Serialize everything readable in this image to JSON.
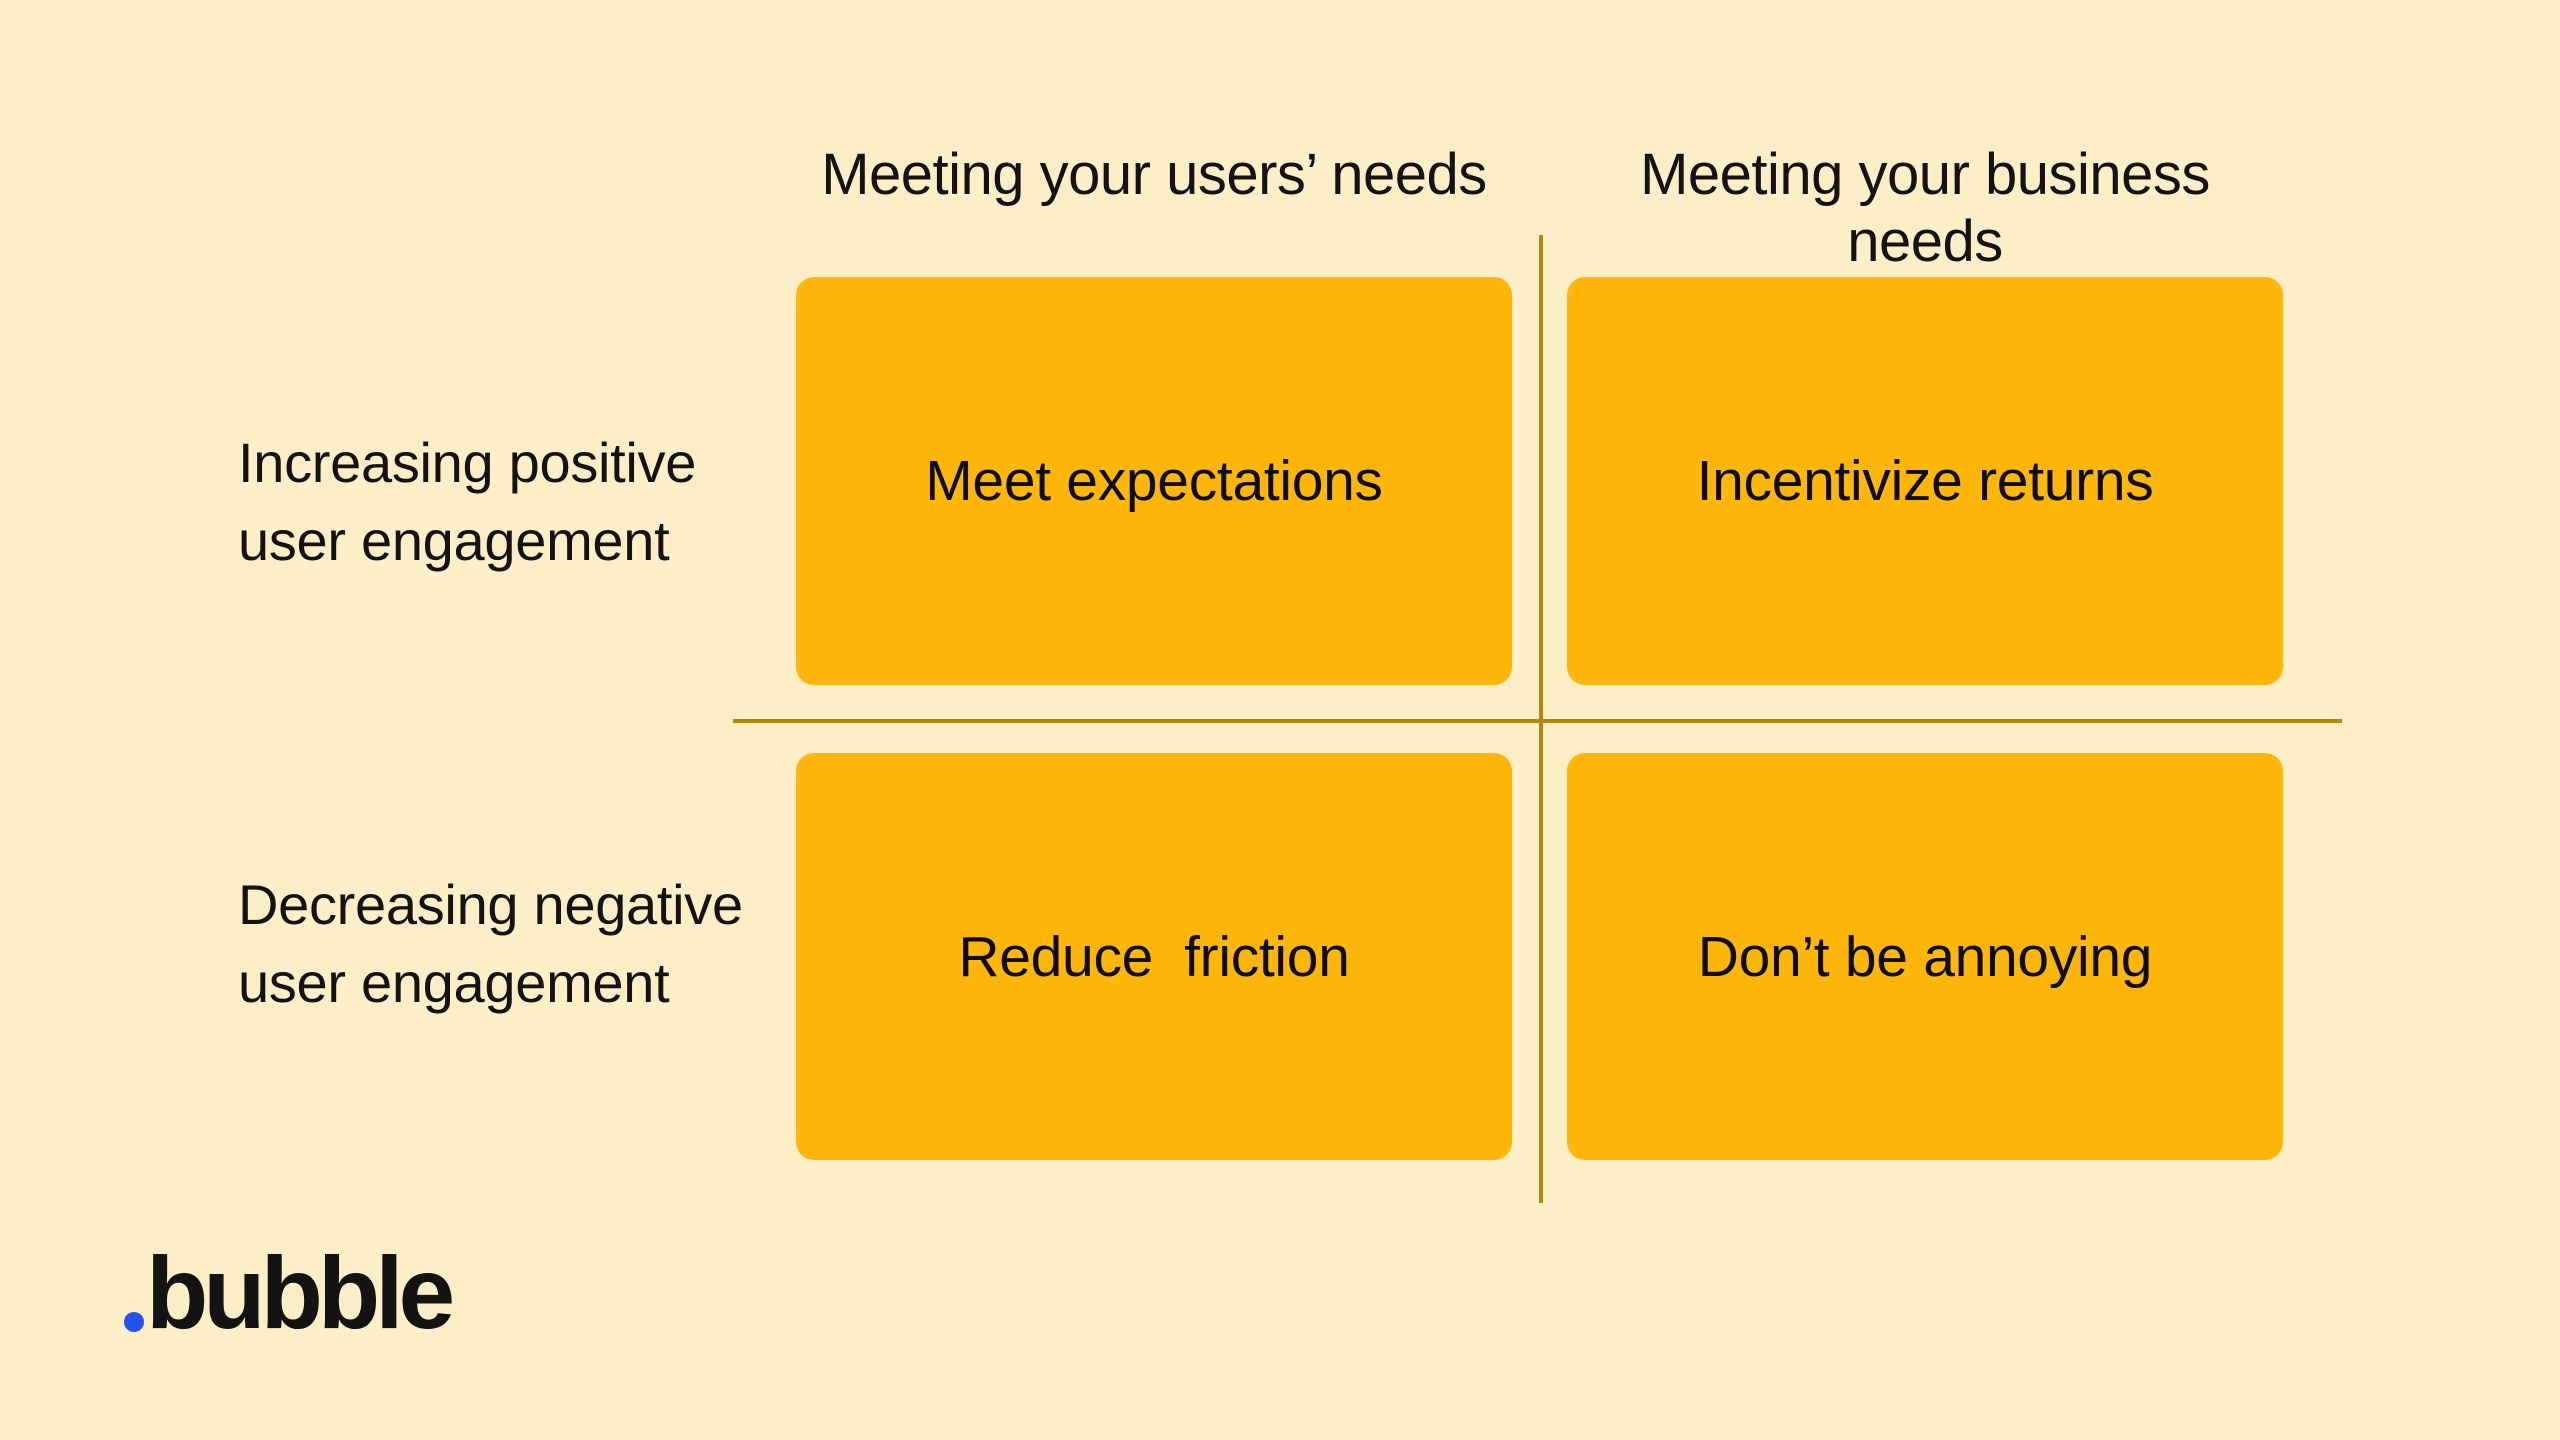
{
  "colors": {
    "background": "#FCEEC6",
    "quadrant": "#FEB60B",
    "line": "#B5870A",
    "text": "#131313",
    "logo-blue": "#2353EC"
  },
  "matrix": {
    "column_headers": [
      {
        "label": "Meeting your users’ needs"
      },
      {
        "label": "Meeting your business needs"
      }
    ],
    "row_labels": [
      {
        "lines": [
          "Increasing positive",
          "user engagement"
        ]
      },
      {
        "lines": [
          "Decreasing negative",
          "user engagement"
        ]
      }
    ],
    "quadrants": [
      {
        "position": "top-left",
        "label": "Meet expectations"
      },
      {
        "position": "top-right",
        "label": "Incentivize returns"
      },
      {
        "position": "bottom-left",
        "label": "Reduce  friction"
      },
      {
        "position": "bottom-right",
        "label": "Don’t be annoying"
      }
    ]
  },
  "logo": {
    "word": "bubble"
  }
}
